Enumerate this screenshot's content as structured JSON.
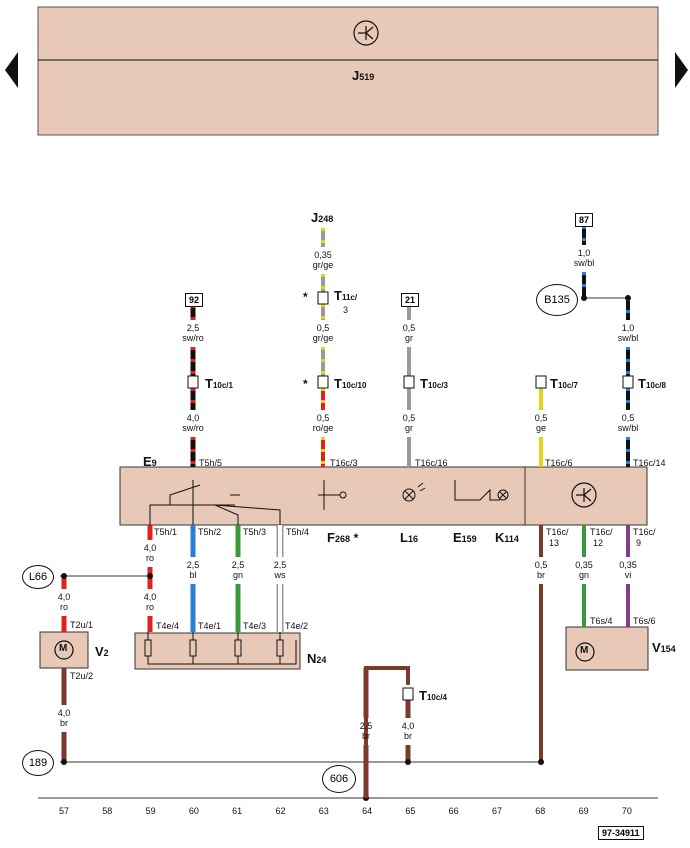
{
  "header": {
    "module_label": "J519",
    "module_name": "J",
    "module_sub": "519",
    "symbol": "control-unit-symbol"
  },
  "navigation": {
    "prev": "triangle-left-icon",
    "next": "triangle-right-icon"
  },
  "wires": [
    {
      "id": "w-j248",
      "gauge": "0,35",
      "color": "gr/ge"
    },
    {
      "id": "w-t11c-below",
      "gauge": "0,5",
      "color": "gr/ge"
    },
    {
      "id": "w-t10c10-below",
      "gauge": "0,5",
      "color": "ro/ge"
    },
    {
      "id": "w-92",
      "gauge": "2,5",
      "color": "sw/ro"
    },
    {
      "id": "w-t10c1-below",
      "gauge": "4,0",
      "color": "sw/ro"
    },
    {
      "id": "w-21",
      "gauge": "0,5",
      "color": "gr"
    },
    {
      "id": "w-t10c3-below",
      "gauge": "0,5",
      "color": "gr"
    },
    {
      "id": "w-87",
      "gauge": "1,0",
      "color": "sw/bl"
    },
    {
      "id": "w-b135-right",
      "gauge": "1,0",
      "color": "sw/bl"
    },
    {
      "id": "w-t10c8-below",
      "gauge": "0,5",
      "color": "sw/bl"
    },
    {
      "id": "w-t10c7-below",
      "gauge": "0,5",
      "color": "ge"
    },
    {
      "id": "w-t5h1",
      "gauge": "4,0",
      "color": "ro"
    },
    {
      "id": "w-l66",
      "gauge": "4,0",
      "color": "ro"
    },
    {
      "id": "w-t4e4",
      "gauge": "4,0",
      "color": "ro"
    },
    {
      "id": "w-t5h2",
      "gauge": "2,5",
      "color": "bl"
    },
    {
      "id": "w-t5h3",
      "gauge": "2,5",
      "color": "gn"
    },
    {
      "id": "w-t5h4",
      "gauge": "2,5",
      "color": "ws"
    },
    {
      "id": "w-t16c13",
      "gauge": "0,5",
      "color": "br"
    },
    {
      "id": "w-t16c12",
      "gauge": "0,35",
      "color": "gn"
    },
    {
      "id": "w-t16c9",
      "gauge": "0,35",
      "color": "vi"
    },
    {
      "id": "w-v2-ground",
      "gauge": "4,0",
      "color": "br"
    },
    {
      "id": "w-606",
      "gauge": "2,5",
      "color": "br"
    },
    {
      "id": "w-t10c4-below",
      "gauge": "4,0",
      "color": "br"
    }
  ],
  "connectors": {
    "t11c": {
      "name": "T",
      "sub": "11c/",
      "sub2": "3"
    },
    "t10c10": {
      "name": "T",
      "sub": "10c/10"
    },
    "t10c1": {
      "name": "T",
      "sub": "10c/1"
    },
    "t10c3": {
      "name": "T",
      "sub": "10c/3"
    },
    "t10c7": {
      "name": "T",
      "sub": "10c/7"
    },
    "t10c8": {
      "name": "T",
      "sub": "10c/8"
    },
    "t10c4": {
      "name": "T",
      "sub": "10c/4"
    },
    "t5h5": "T5h/5",
    "t16c3": "T16c/3",
    "t16c16": "T16c/16",
    "t16c6": "T16c/6",
    "t16c14": "T16c/14",
    "t5h1": "T5h/1",
    "t5h2": "T5h/2",
    "t5h3": "T5h/3",
    "t5h4": "T5h/4",
    "t16c13": "T16c/",
    "t16c13b": "13",
    "t16c12": "T16c/",
    "t16c12b": "12",
    "t16c9": "T16c/",
    "t16c9b": "9",
    "t2u1": "T2u/1",
    "t2u2": "T2u/2",
    "t4e4": "T4e/4",
    "t4e1": "T4e/1",
    "t4e3": "T4e/3",
    "t4e2": "T4e/2",
    "t6s4": "T6s/4",
    "t6s6": "T6s/6"
  },
  "components": {
    "j248": {
      "name": "J",
      "sub": "248"
    },
    "e9": {
      "name": "E",
      "sub": "9"
    },
    "f268": {
      "name": "F",
      "sub": "268"
    },
    "l16": {
      "name": "L",
      "sub": "16"
    },
    "e159": {
      "name": "E",
      "sub": "159"
    },
    "k114": {
      "name": "K",
      "sub": "114"
    },
    "v2": {
      "name": "V",
      "sub": "2"
    },
    "n24": {
      "name": "N",
      "sub": "24"
    },
    "v154": {
      "name": "V",
      "sub": "154"
    },
    "motor_symbol": "M"
  },
  "references": {
    "r92": "92",
    "r21": "21",
    "r87": "87",
    "b135": "B135",
    "l66": "L66",
    "r189": "189",
    "r606": "606"
  },
  "star": "*",
  "columns": [
    "57",
    "58",
    "59",
    "60",
    "61",
    "62",
    "63",
    "64",
    "65",
    "66",
    "67",
    "68",
    "69",
    "70"
  ],
  "figure_id": "97-34911"
}
